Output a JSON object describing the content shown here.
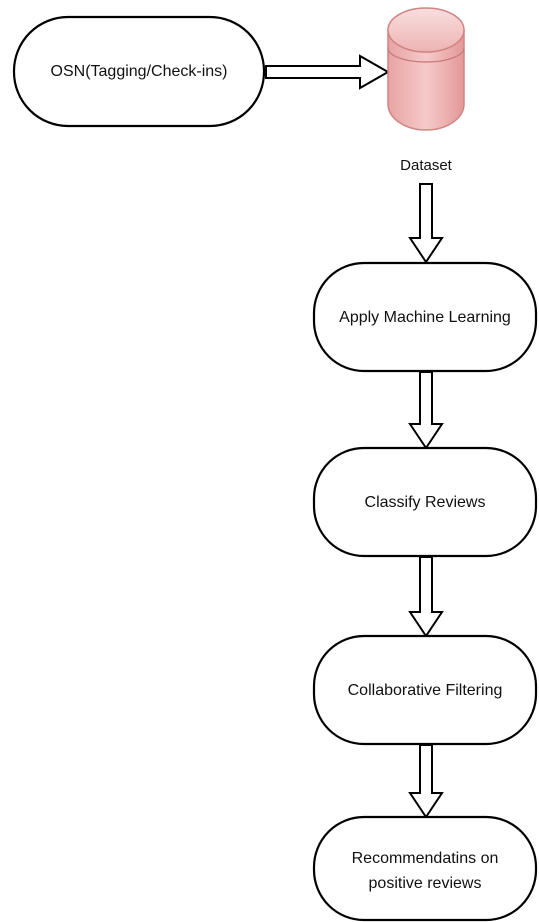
{
  "nodes": {
    "source": {
      "label": "OSN(Tagging/Check-ins)"
    },
    "dataset": {
      "label": "Dataset",
      "color": "#e99a9a"
    },
    "step1": {
      "label": "Apply Machine Learning"
    },
    "step2": {
      "label": "Classify Reviews"
    },
    "step3": {
      "label": "Collaborative Filtering"
    },
    "step4": {
      "lines": [
        "Recommendatins on",
        "positive reviews"
      ]
    }
  }
}
